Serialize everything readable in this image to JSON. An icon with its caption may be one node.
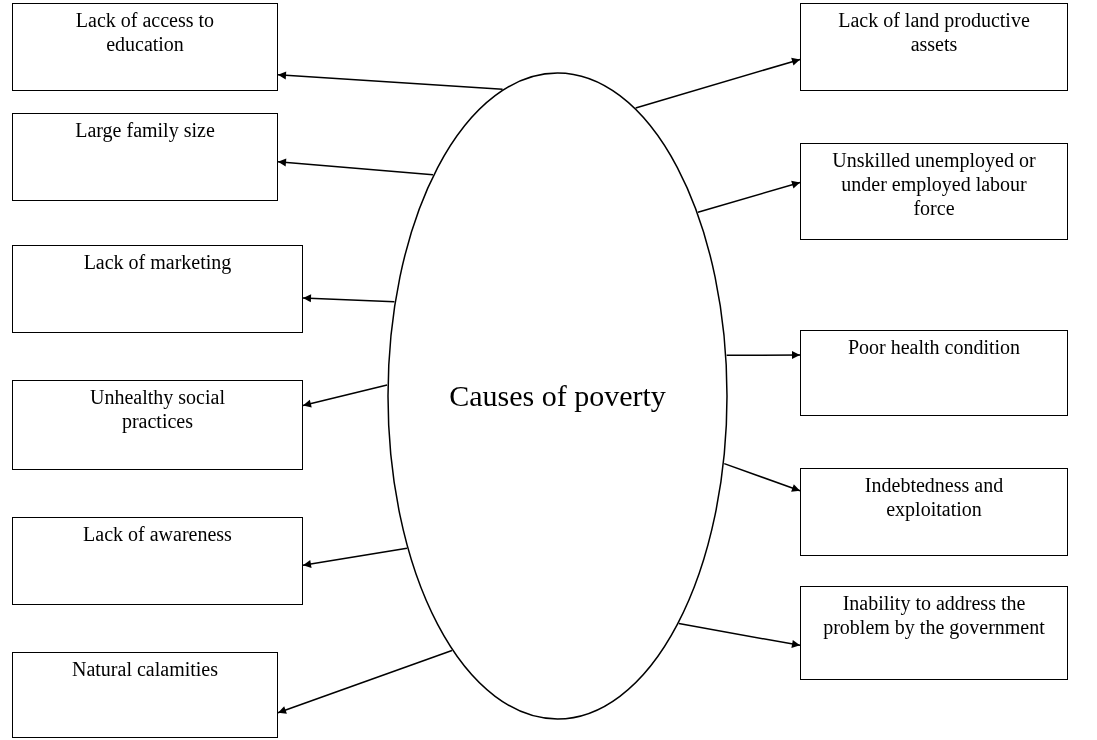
{
  "diagram": {
    "nodes": [
      {
        "text": [
          "Causes of poverty"
        ]
      },
      {
        "text": [
          "Lack of access to education"
        ]
      },
      {
        "text": [
          "Large family size"
        ]
      },
      {
        "text": [
          "Lack of marketing"
        ]
      },
      {
        "text": [
          "Unhealthy social practices"
        ]
      },
      {
        "text": [
          "Lack of awareness"
        ]
      },
      {
        "text": [
          "Natural calamities"
        ]
      },
      {
        "text": [
          "Lack of land productive assets"
        ]
      },
      {
        "text": [
          "Unskilled unemployed or under employed labour force"
        ]
      },
      {
        "text": [
          "Poor health condition"
        ]
      },
      {
        "text": [
          "Indebtedness and exploitation"
        ]
      },
      {
        "text": [
          "Inability to address the problem by the government"
        ]
      }
    ],
    "edges": [
      {
        "from": 0,
        "to": 1,
        "arrow": "to"
      },
      {
        "from": 0,
        "to": 2,
        "arrow": "to"
      },
      {
        "from": 0,
        "to": 3,
        "arrow": "to"
      },
      {
        "from": 0,
        "to": 4,
        "arrow": "to"
      },
      {
        "from": 0,
        "to": 5,
        "arrow": "to"
      },
      {
        "from": 0,
        "to": 6,
        "arrow": "to"
      },
      {
        "from": 0,
        "to": 7,
        "arrow": "to"
      },
      {
        "from": 0,
        "to": 8,
        "arrow": "to"
      },
      {
        "from": 0,
        "to": 9,
        "arrow": "to"
      },
      {
        "from": 0,
        "to": 10,
        "arrow": "to"
      },
      {
        "from": 0,
        "to": 11,
        "arrow": "to"
      }
    ]
  }
}
